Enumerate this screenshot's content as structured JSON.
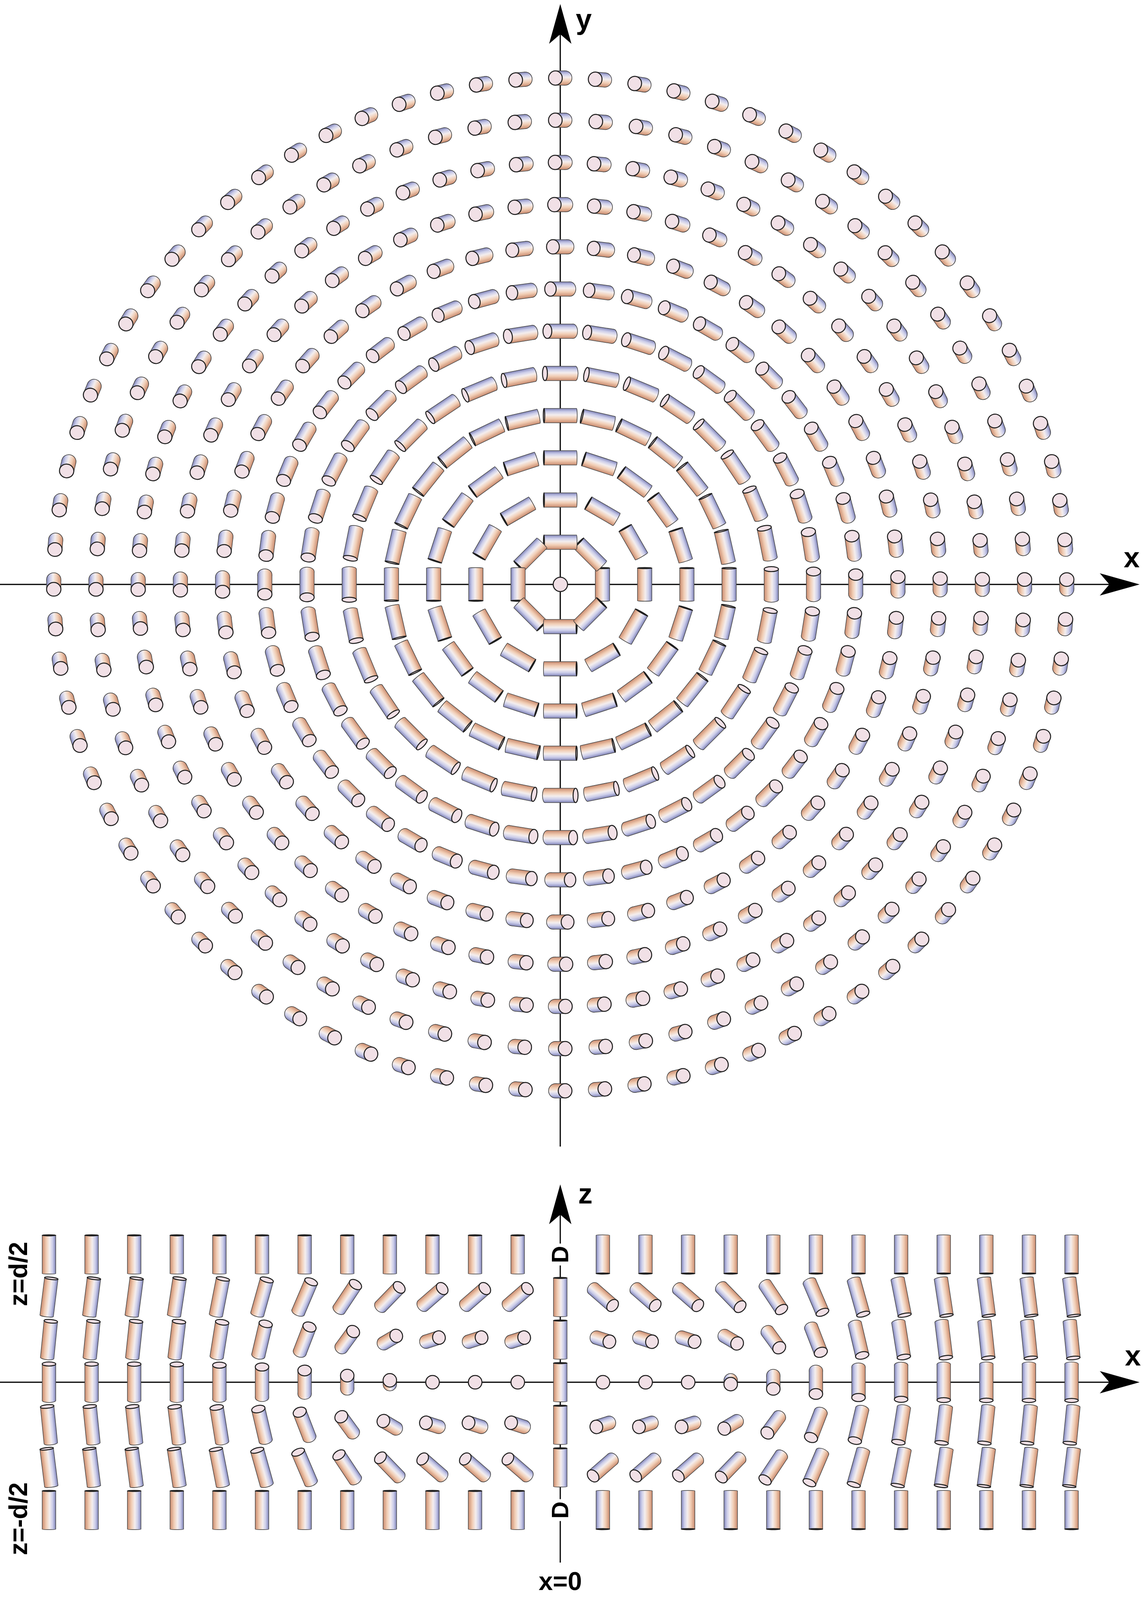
{
  "diagram": {
    "labels": [
      "y",
      "x",
      "z",
      "z=d/2",
      "D",
      "x",
      "z=-d/2",
      "D",
      "x=0"
    ]
  }
}
